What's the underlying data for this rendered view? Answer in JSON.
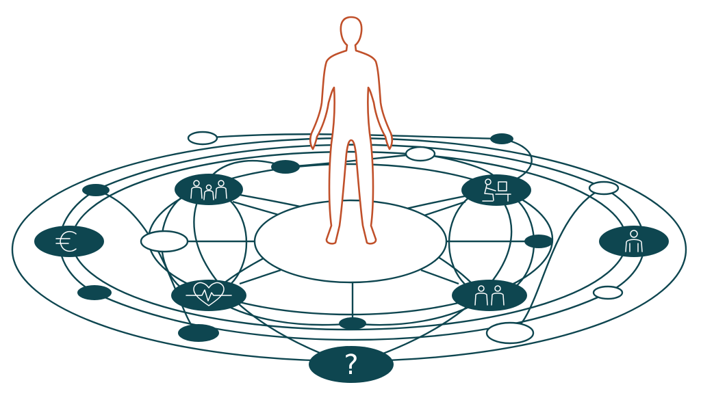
{
  "colors": {
    "network": "#0e4650",
    "person": "#c0502a",
    "background": "#ffffff"
  },
  "nodes": [
    {
      "id": "euro",
      "icon": "euro-icon"
    },
    {
      "id": "family",
      "icon": "family-icon"
    },
    {
      "id": "work",
      "icon": "desk-worker-icon"
    },
    {
      "id": "individual",
      "icon": "person-bust-icon"
    },
    {
      "id": "health",
      "icon": "heartbeat-icon"
    },
    {
      "id": "peers",
      "icon": "two-people-icon"
    },
    {
      "id": "unknown",
      "icon": "question-mark-icon",
      "label": "?"
    }
  ],
  "figure": {
    "icon": "human-silhouette-icon"
  }
}
